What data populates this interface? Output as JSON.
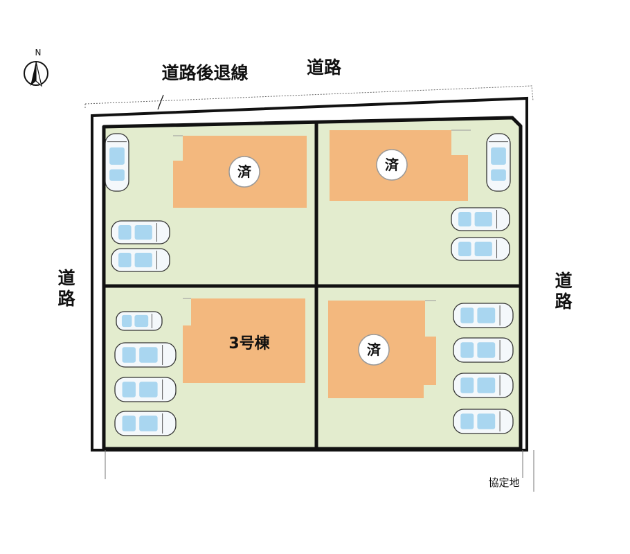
{
  "compass": {
    "label": "N"
  },
  "roads": {
    "top": "道路",
    "left": "道路",
    "right": "道路"
  },
  "setback_label": "道路後退線",
  "boundary_label": "協定地",
  "lots": [
    {
      "id": "top-left",
      "label": "済",
      "sold": true,
      "parking_spaces": 3
    },
    {
      "id": "top-right",
      "label": "済",
      "sold": true,
      "parking_spaces": 3
    },
    {
      "id": "bottom-left",
      "label": "3号棟",
      "sold": false,
      "parking_spaces": 4
    },
    {
      "id": "bottom-right",
      "label": "済",
      "sold": true,
      "parking_spaces": 4
    }
  ],
  "colors": {
    "lot_fill": "#e3ecce",
    "house_fill": "#f3b87e",
    "car_body": "#f4f8fb",
    "car_glass": "#a9d6f0",
    "boundary": "#111111"
  }
}
